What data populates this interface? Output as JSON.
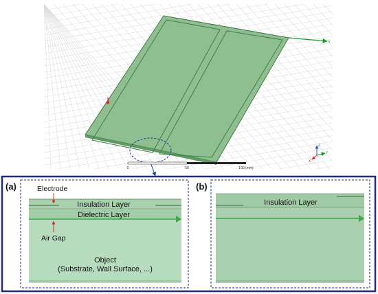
{
  "model_view": {
    "axis_x_label": "Z",
    "axis_y_label": "Y",
    "axis_z_label": "X",
    "scale_ticks": [
      "0",
      "50",
      "100 (mm)"
    ],
    "colors": {
      "grid": "#dcdcdc",
      "plate_fill": "#8fbe91",
      "plate_edge": "#3f7d44",
      "axis_green": "#1a9a2a",
      "axis_red": "#e02020",
      "axis_blue": "#1f4fd0",
      "zoom_ellipse": "#1f3a93"
    }
  },
  "detail_box": {
    "border_color": "#1f2d7a",
    "panel_a": {
      "tag": "(a)",
      "electrode_label": "Electrode",
      "insulation_label": "Insulation Layer",
      "dielectric_label": "Dielectric Layer",
      "airgap_label": "Air Gap",
      "object_label_line1": "Object",
      "object_label_line2": "(Substrate, Wall Surface, ...)",
      "colors": {
        "panel_fill": "#b7dcbd",
        "insulation": "#a9d1ae",
        "dielectric": "#9ec8a3",
        "arrow": "#3aa84a",
        "annotation_arrow": "#d03020"
      }
    },
    "panel_b": {
      "tag": "(b)",
      "insulation_label": "Insulation Layer",
      "colors": {
        "panel_fill": "#a9cfae",
        "insulation": "#9ec8a3",
        "arrow": "#3aa84a"
      }
    }
  }
}
